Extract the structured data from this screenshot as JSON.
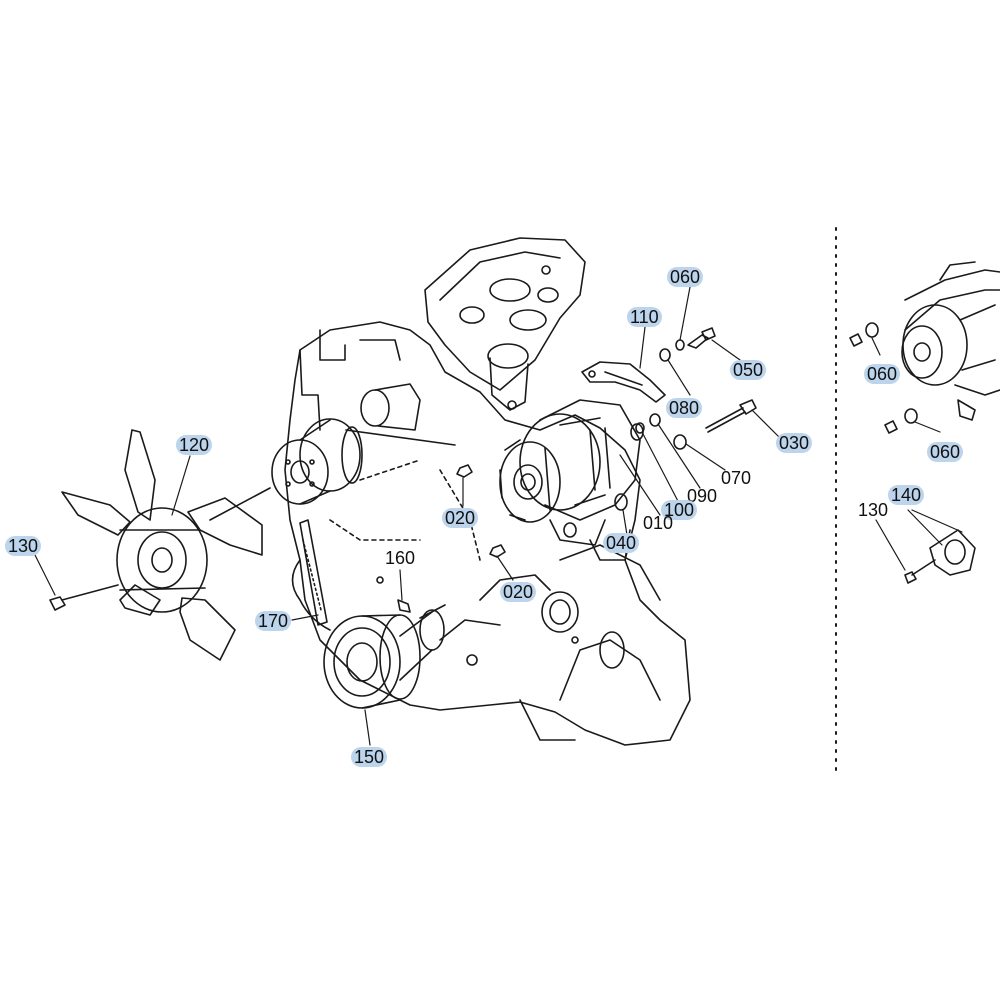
{
  "colors": {
    "line": "#1a1a1a",
    "highlight": "#bcd4ec"
  },
  "callouts": [
    {
      "id": "c-060-top",
      "label": "060",
      "highlighted": true
    },
    {
      "id": "c-110",
      "label": "110",
      "highlighted": true
    },
    {
      "id": "c-050",
      "label": "050",
      "highlighted": true
    },
    {
      "id": "c-080",
      "label": "080",
      "highlighted": true
    },
    {
      "id": "c-030",
      "label": "030",
      "highlighted": true
    },
    {
      "id": "c-070",
      "label": "070",
      "highlighted": false
    },
    {
      "id": "c-090",
      "label": "090",
      "highlighted": false
    },
    {
      "id": "c-100",
      "label": "100",
      "highlighted": true
    },
    {
      "id": "c-010",
      "label": "010",
      "highlighted": false
    },
    {
      "id": "c-040",
      "label": "040",
      "highlighted": true
    },
    {
      "id": "c-020-a",
      "label": "020",
      "highlighted": true
    },
    {
      "id": "c-020-b",
      "label": "020",
      "highlighted": true
    },
    {
      "id": "c-120",
      "label": "120",
      "highlighted": true
    },
    {
      "id": "c-130-left",
      "label": "130",
      "highlighted": true
    },
    {
      "id": "c-160",
      "label": "160",
      "highlighted": false
    },
    {
      "id": "c-170",
      "label": "170",
      "highlighted": true
    },
    {
      "id": "c-150",
      "label": "150",
      "highlighted": true
    },
    {
      "id": "c-060-right-a",
      "label": "060",
      "highlighted": true
    },
    {
      "id": "c-060-right-b",
      "label": "060",
      "highlighted": true
    },
    {
      "id": "c-140",
      "label": "140",
      "highlighted": true
    },
    {
      "id": "c-130-right",
      "label": "130",
      "highlighted": false
    }
  ]
}
